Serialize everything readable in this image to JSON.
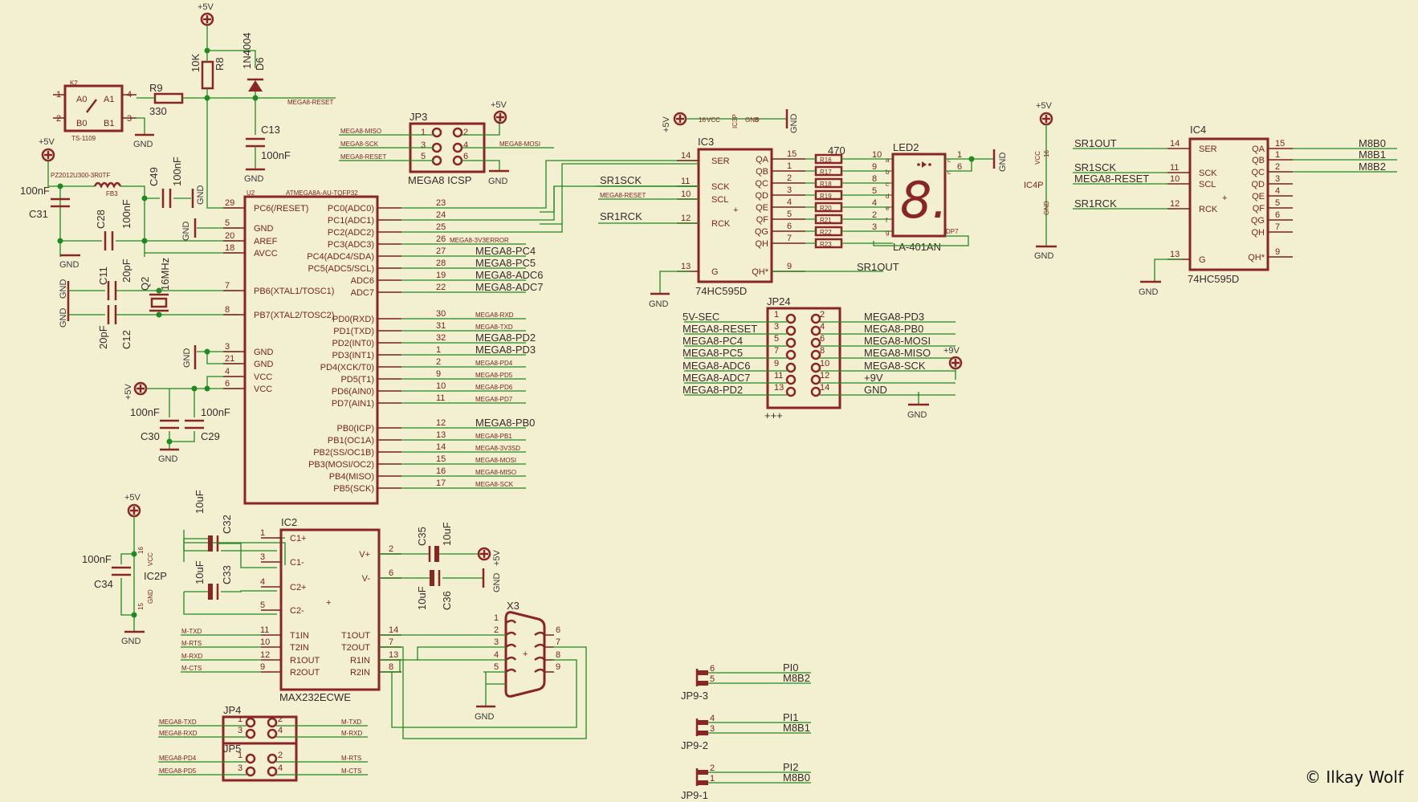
{
  "power": {
    "plus5v": "+5V",
    "gnd": "GND",
    "plus9v": "+9V",
    "vcc": "VCC"
  },
  "k2": {
    "name": "K2",
    "part": "TS-1109",
    "pins": [
      "1",
      "2",
      "4",
      "3"
    ],
    "labels": [
      "A0",
      "B0",
      "A1",
      "B1"
    ]
  },
  "r9": {
    "name": "R9",
    "value": "330"
  },
  "r8": {
    "name": "R8",
    "value": "10K"
  },
  "d6": {
    "name": "D6",
    "value": "1N4004"
  },
  "c13": {
    "name": "C13",
    "value": "100nF"
  },
  "reset_net": "MEGA8-RESET",
  "fb3": {
    "name": "FB3",
    "part": "PZ2012U300-3R0TF"
  },
  "c31": {
    "name": "C31",
    "value": "100nF"
  },
  "c49": {
    "name": "C49",
    "value": "100nF"
  },
  "c28": {
    "name": "C28",
    "value": "100nF"
  },
  "c11": {
    "name": "C11",
    "value": "20pF"
  },
  "c12": {
    "name": "C12",
    "value": "20pF"
  },
  "q2": {
    "name": "Q2",
    "value": "16MHz"
  },
  "c30": {
    "name": "C30",
    "value": "100nF"
  },
  "c29": {
    "name": "C29",
    "value": "100nF"
  },
  "u2": {
    "name": "U2",
    "part": "ATMEGA8A-AU-TQFP32",
    "left_pins": [
      {
        "num": "29",
        "label": "PC6(/RESET)"
      },
      {
        "num": "5",
        "label": "GND"
      },
      {
        "num": "20",
        "label": "AREF"
      },
      {
        "num": "18",
        "label": "AVCC"
      },
      {
        "num": "7",
        "label": "PB6(XTAL1/TOSC1)"
      },
      {
        "num": "8",
        "label": "PB7(XTAL2/TOSC2)"
      },
      {
        "num": "3",
        "label": "GND"
      },
      {
        "num": "21",
        "label": "GND"
      },
      {
        "num": "4",
        "label": "VCC"
      },
      {
        "num": "6",
        "label": "VCC"
      }
    ],
    "right_pins": [
      {
        "num": "23",
        "label": "PC0(ADC0)",
        "net": ""
      },
      {
        "num": "24",
        "label": "PC1(ADC1)",
        "net": ""
      },
      {
        "num": "25",
        "label": "PC2(ADC2)",
        "net": ""
      },
      {
        "num": "26",
        "label": "PC3(ADC3)",
        "net": "MEGA8-3V3ERROR"
      },
      {
        "num": "27",
        "label": "PC4(ADC4/SDA)",
        "net": "MEGA8-PC4"
      },
      {
        "num": "28",
        "label": "PC5(ADC5/SCL)",
        "net": "MEGA8-PC5"
      },
      {
        "num": "19",
        "label": "ADC6",
        "net": "MEGA8-ADC6"
      },
      {
        "num": "22",
        "label": "ADC7",
        "net": "MEGA8-ADC7"
      },
      {
        "num": "30",
        "label": "PD0(RXD)",
        "net": "MEGA8-RXD"
      },
      {
        "num": "31",
        "label": "PD1(TXD)",
        "net": "MEGA8-TXD"
      },
      {
        "num": "32",
        "label": "PD2(INT0)",
        "net": "MEGA8-PD2"
      },
      {
        "num": "1",
        "label": "PD3(INT1)",
        "net": "MEGA8-PD3"
      },
      {
        "num": "2",
        "label": "PD4(XCK/T0)",
        "net": "MEGA8-PD4"
      },
      {
        "num": "9",
        "label": "PD5(T1)",
        "net": "MEGA8-PD5"
      },
      {
        "num": "10",
        "label": "PD6(AIN0)",
        "net": "MEGA8-PD6"
      },
      {
        "num": "11",
        "label": "PD7(AIN1)",
        "net": "MEGA8-PD7"
      },
      {
        "num": "12",
        "label": "PB0(ICP)",
        "net": "MEGA8-PB0"
      },
      {
        "num": "13",
        "label": "PB1(OC1A)",
        "net": "MEGA8-PB1"
      },
      {
        "num": "14",
        "label": "PB2(SS/OC1B)",
        "net": "MEGA8-3V3SD"
      },
      {
        "num": "15",
        "label": "PB3(MOSI/OC2)",
        "net": "MEGA8-MOSI"
      },
      {
        "num": "16",
        "label": "PB4(MISO)",
        "net": "MEGA8-MISO"
      },
      {
        "num": "17",
        "label": "PB5(SCK)",
        "net": "MEGA8-SCK"
      }
    ]
  },
  "jp3": {
    "name": "JP3",
    "label": "MEGA8 ICSP",
    "nets": [
      "MEGA8-MISO",
      "MEGA8-SCK",
      "MEGA8-RESET",
      "MEGA8-MOSI"
    ],
    "pins": [
      "1",
      "2",
      "3",
      "4",
      "5",
      "6"
    ]
  },
  "ic3p": {
    "name": "IC3P",
    "pins": [
      "16",
      "8"
    ],
    "vcc": "VCC",
    "gnd": "GND"
  },
  "ic3": {
    "name": "IC3",
    "part": "74HC595D",
    "left": [
      {
        "num": "14",
        "label": "SER"
      },
      {
        "num": "11",
        "label": "SCK"
      },
      {
        "num": "10",
        "label": "SCL"
      },
      {
        "num": "12",
        "label": "RCK"
      },
      {
        "num": "13",
        "label": "G"
      }
    ],
    "right": [
      {
        "num": "15",
        "label": "QA"
      },
      {
        "num": "1",
        "label": "QB"
      },
      {
        "num": "2",
        "label": "QC"
      },
      {
        "num": "3",
        "label": "QD"
      },
      {
        "num": "4",
        "label": "QE"
      },
      {
        "num": "5",
        "label": "QF"
      },
      {
        "num": "6",
        "label": "QG"
      },
      {
        "num": "7",
        "label": "QH"
      },
      {
        "num": "9",
        "label": "QH*"
      }
    ],
    "nets": [
      "SR1SCK",
      "MEGA8-RESET",
      "SR1RCK",
      "SR1OUT"
    ]
  },
  "rn": {
    "value": "470",
    "names": [
      "R16",
      "R17",
      "R18",
      "R19",
      "R20",
      "R21",
      "R22",
      "R23"
    ]
  },
  "led2": {
    "name": "LED2",
    "part": "LA-401AN",
    "digit": "8.",
    "left": [
      {
        "num": "10",
        "seg": "a"
      },
      {
        "num": "9",
        "seg": "b"
      },
      {
        "num": "8",
        "seg": "c"
      },
      {
        "num": "5",
        "seg": "d"
      },
      {
        "num": "4",
        "seg": "e"
      },
      {
        "num": "2",
        "seg": "f"
      },
      {
        "num": "3",
        "seg": "g"
      }
    ],
    "right": [
      {
        "num": "1",
        "label": "c"
      },
      {
        "num": "6",
        "label": "c"
      }
    ],
    "dp": "DP7"
  },
  "ic4p": {
    "name": "IC4P",
    "pins": [
      "16",
      "8"
    ],
    "vcc": "VCC",
    "gnd": "GND"
  },
  "ic4": {
    "name": "IC4",
    "part": "74HC595D",
    "left": [
      {
        "num": "14",
        "label": "SER",
        "net": "SR1OUT"
      },
      {
        "num": "11",
        "label": "SCK",
        "net": "SR1SCK"
      },
      {
        "num": "10",
        "label": "SCL",
        "net": "MEGA8-RESET"
      },
      {
        "num": "12",
        "label": "RCK",
        "net": "SR1RCK"
      },
      {
        "num": "13",
        "label": "G",
        "net": ""
      }
    ],
    "right": [
      {
        "num": "15",
        "label": "QA",
        "net": "M8B0"
      },
      {
        "num": "1",
        "label": "QB",
        "net": "M8B1"
      },
      {
        "num": "2",
        "label": "QC",
        "net": "M8B2"
      },
      {
        "num": "3",
        "label": "QD",
        "net": ""
      },
      {
        "num": "4",
        "label": "QE",
        "net": ""
      },
      {
        "num": "5",
        "label": "QF",
        "net": ""
      },
      {
        "num": "6",
        "label": "QG",
        "net": ""
      },
      {
        "num": "7",
        "label": "QH",
        "net": ""
      },
      {
        "num": "9",
        "label": "QH*",
        "net": ""
      }
    ]
  },
  "jp24": {
    "name": "JP24",
    "sub": "+++",
    "left": [
      {
        "num": "1",
        "net": "5V-SEC"
      },
      {
        "num": "3",
        "net": "MEGA8-RESET"
      },
      {
        "num": "5",
        "net": "MEGA8-PC4"
      },
      {
        "num": "7",
        "net": "MEGA8-PC5"
      },
      {
        "num": "9",
        "net": "MEGA8-ADC6"
      },
      {
        "num": "11",
        "net": "MEGA8-ADC7"
      },
      {
        "num": "13",
        "net": "MEGA8-PD2"
      }
    ],
    "right": [
      {
        "num": "2",
        "net": "MEGA8-PD3"
      },
      {
        "num": "4",
        "net": "MEGA8-PB0"
      },
      {
        "num": "6",
        "net": "MEGA8-MOSI"
      },
      {
        "num": "8",
        "net": "MEGA8-MISO"
      },
      {
        "num": "10",
        "net": "MEGA8-SCK"
      },
      {
        "num": "12",
        "net": "+9V"
      },
      {
        "num": "14",
        "net": "GND"
      }
    ]
  },
  "c34": {
    "name": "C34",
    "value": "100nF"
  },
  "ic2p": {
    "name": "IC2P",
    "pins": [
      "16",
      "15"
    ],
    "vcc": "VCC",
    "gnd": "GND"
  },
  "c32": {
    "name": "C32",
    "value": "10uF"
  },
  "c33": {
    "name": "C33",
    "value": "10uF"
  },
  "c35": {
    "name": "C35",
    "value": "10uF"
  },
  "c36": {
    "name": "C36",
    "value": "10uF"
  },
  "ic2": {
    "name": "IC2",
    "part": "MAX232ECWE",
    "left": [
      {
        "num": "1",
        "label": "C1+"
      },
      {
        "num": "3",
        "label": "C1-"
      },
      {
        "num": "4",
        "label": "C2+"
      },
      {
        "num": "5",
        "label": "C2-"
      },
      {
        "num": "11",
        "label": "T1IN",
        "net": "M-TXD"
      },
      {
        "num": "10",
        "label": "T2IN",
        "net": "M-RTS"
      },
      {
        "num": "12",
        "label": "R1OUT",
        "net": "M-RXD"
      },
      {
        "num": "9",
        "label": "R2OUT",
        "net": "M-CTS"
      }
    ],
    "right": [
      {
        "num": "2",
        "label": "V+"
      },
      {
        "num": "6",
        "label": "V-"
      },
      {
        "num": "14",
        "label": "T1OUT"
      },
      {
        "num": "7",
        "label": "T2OUT"
      },
      {
        "num": "13",
        "label": "R1IN"
      },
      {
        "num": "8",
        "label": "R2IN"
      }
    ]
  },
  "x3": {
    "name": "X3",
    "left": [
      "1",
      "2",
      "3",
      "4",
      "5"
    ],
    "right": [
      "6",
      "7",
      "8",
      "9"
    ]
  },
  "jp4": {
    "name": "JP4",
    "left": [
      {
        "num": "1",
        "net": "MEGA8-TXD"
      },
      {
        "num": "3",
        "net": "MEGA8-RXD"
      }
    ],
    "right": [
      {
        "num": "2",
        "net": "M-TXD"
      },
      {
        "num": "4",
        "net": "M-RXD"
      }
    ]
  },
  "jp5": {
    "name": "JP5",
    "left": [
      {
        "num": "1",
        "net": "MEGA8-PD4"
      },
      {
        "num": "3",
        "net": "MEGA8-PD5"
      }
    ],
    "right": [
      {
        "num": "2",
        "net": "M-RTS"
      },
      {
        "num": "4",
        "net": "M-CTS"
      }
    ]
  },
  "jp9": [
    {
      "name": "JP9-3",
      "pins": [
        "6",
        "5"
      ],
      "nets": [
        "PI0",
        "M8B2"
      ]
    },
    {
      "name": "JP9-2",
      "pins": [
        "4",
        "3"
      ],
      "nets": [
        "PI1",
        "M8B1"
      ]
    },
    {
      "name": "JP9-1",
      "pins": [
        "2",
        "1"
      ],
      "nets": [
        "PI2",
        "M8B0"
      ]
    }
  ],
  "copyright": "© Ilkay Wolf",
  "colors": {
    "background": "#f3f0d2",
    "symbol": "#8b2525",
    "wire": "#1f8a1f"
  }
}
